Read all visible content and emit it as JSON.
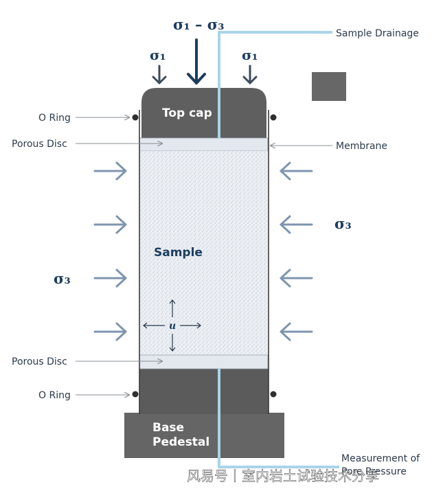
{
  "stress": {
    "deviator": "σ₁ – σ₃",
    "axial_left": "σ₁",
    "axial_right": "σ₁",
    "confining_left": "σ₃",
    "confining_right": "σ₃"
  },
  "labels": {
    "sample_drainage": "Sample Drainage",
    "top_cap": "Top cap",
    "o_ring_top": "O Ring",
    "porous_disc_top": "Porous Disc",
    "membrane": "Membrane",
    "sample": "Sample",
    "pore_pressure_symbol": "u",
    "porous_disc_bottom": "Porous Disc",
    "o_ring_bottom": "O Ring",
    "base_line1": "Base",
    "base_line2": "Pedestal",
    "measurement_line1": "Measurement of",
    "measurement_line2": "Pore Pressure"
  },
  "watermark": "风易号丨室内岩土试验技术分享",
  "colors": {
    "dark_gray": "#5f5f5f",
    "pipe_blue": "#a9d4ea",
    "arrow_blue": "#7f95af",
    "dark_navy": "#1d3d5f",
    "disc_fill": "#e3e7ee",
    "sample_fill": "#eaedf2"
  }
}
